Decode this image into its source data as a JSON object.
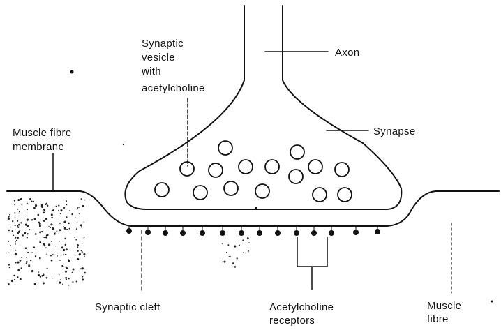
{
  "diagram": {
    "labels": {
      "vesicle_line1": "Synaptic",
      "vesicle_line2": "vesicle",
      "vesicle_line3": "with",
      "vesicle_line4": "acetylcholine",
      "axon": "Axon",
      "synapse": "Synapse",
      "membrane_line1": "Muscle fibre",
      "membrane_line2": "membrane",
      "cleft": "Synaptic cleft",
      "receptors_line1": "Acetylcholine",
      "receptors_line2": "receptors",
      "fibre_line1": "Muscle",
      "fibre_line2": "fibre"
    },
    "colors": {
      "ink": "#111111",
      "background": "#ffffff"
    }
  }
}
